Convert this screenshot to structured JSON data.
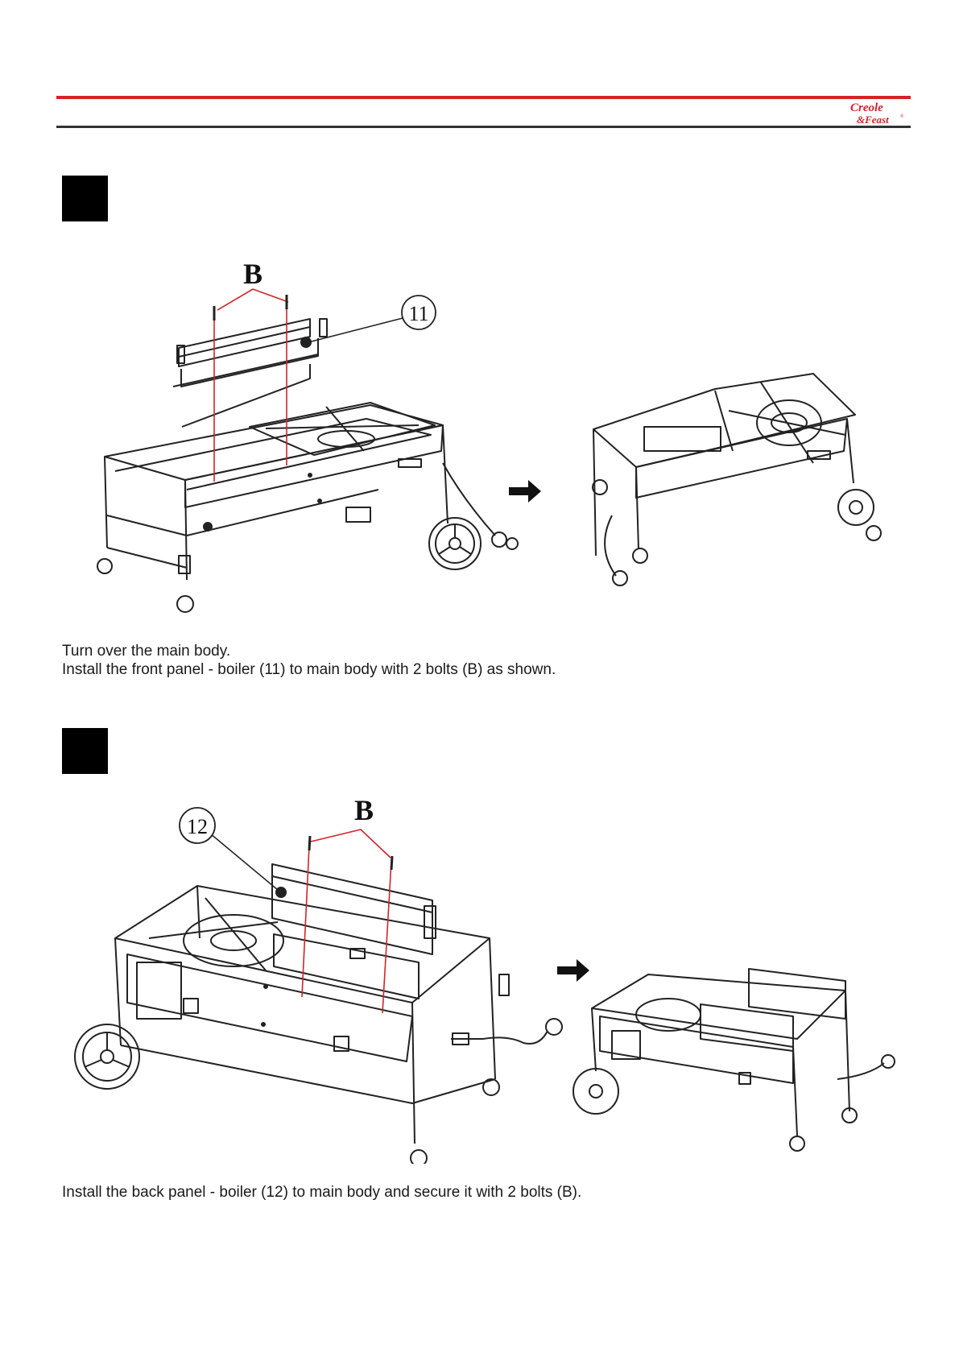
{
  "header": {
    "brand_logo_text": "Creole Feast",
    "brand_color": "#d2232a",
    "rule_color": "#333333"
  },
  "steps": [
    {
      "callout_bolt_label": "B",
      "callout_part_number": "11",
      "instructions": [
        "Turn over the main body.",
        "Install the front panel - boiler (11) to main body with 2 bolts (B) as shown."
      ]
    },
    {
      "callout_bolt_label": "B",
      "callout_part_number": "12",
      "instructions": [
        "Install the back panel - boiler (12) to main body and secure it with 2 bolts (B)."
      ]
    }
  ]
}
